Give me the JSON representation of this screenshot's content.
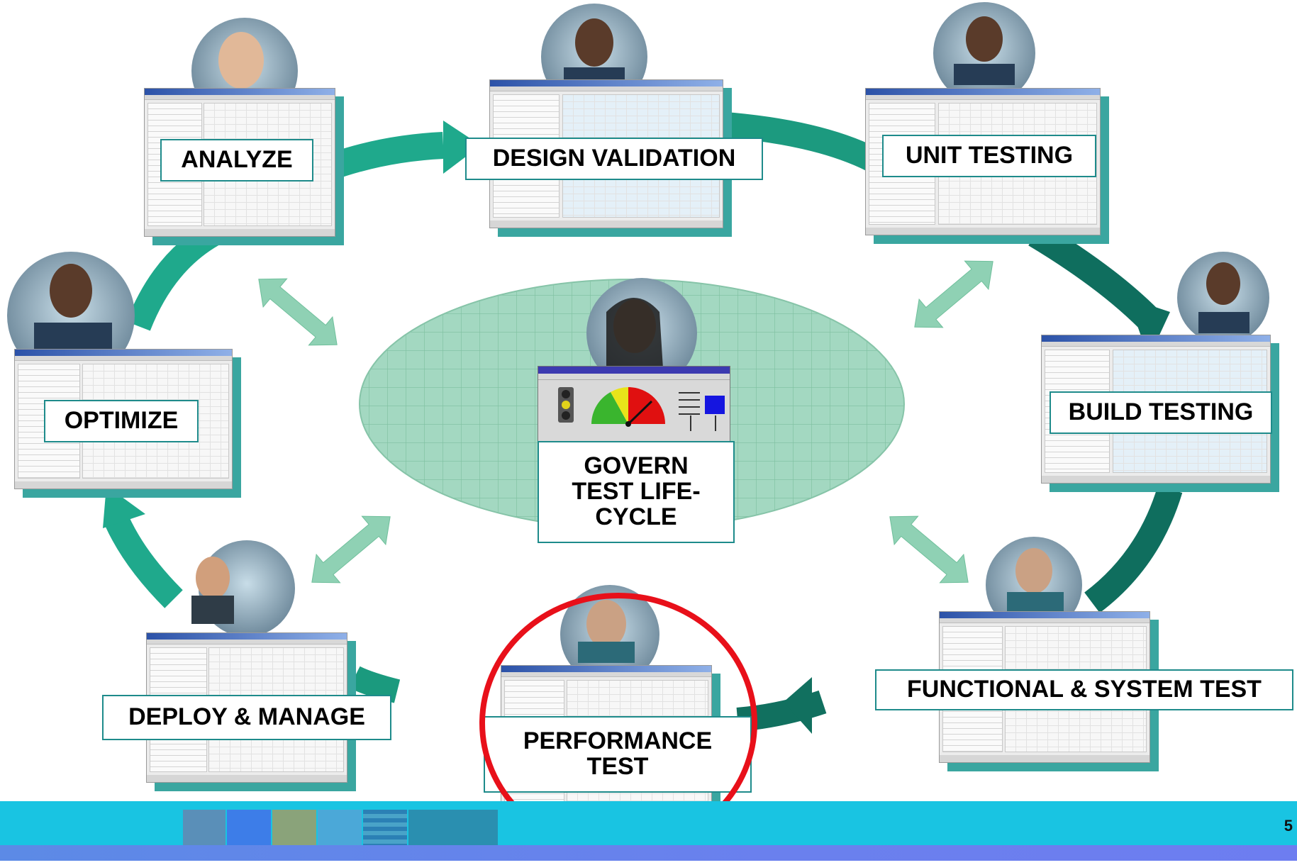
{
  "stages": {
    "analyze": "ANALYZE",
    "design_validation": "DESIGN VALIDATION",
    "unit_testing": "UNIT TESTING",
    "build_testing": "BUILD TESTING",
    "functional_system_test": "FUNCTIONAL & SYSTEM TEST",
    "performance_test": [
      "PERFORMANCE",
      "TEST"
    ],
    "deploy_manage": "DEPLOY & MANAGE",
    "optimize": "OPTIMIZE"
  },
  "center": {
    "label": [
      "GOVERN",
      "TEST LIFE-",
      "CYCLE"
    ]
  },
  "highlight": {
    "stage": "performance_test",
    "color": "#e8101a"
  },
  "colors": {
    "cycle_arrow": "#1fa98c",
    "cycle_arrow_dark": "#0f6e5e",
    "double_arrow": "#8fd1b4",
    "ellipse_fill": "#9bd4bc",
    "label_border": "#1e8b8b",
    "card_shadow": "#3aa6a0",
    "banner": "#19c4e2"
  },
  "icons": {
    "person": "person-avatar-icon",
    "traffic_light": "traffic-light-icon",
    "gauge": "gauge-icon",
    "slider_panel": "slider-panel-icon"
  },
  "footer": {
    "page_number": "5"
  }
}
